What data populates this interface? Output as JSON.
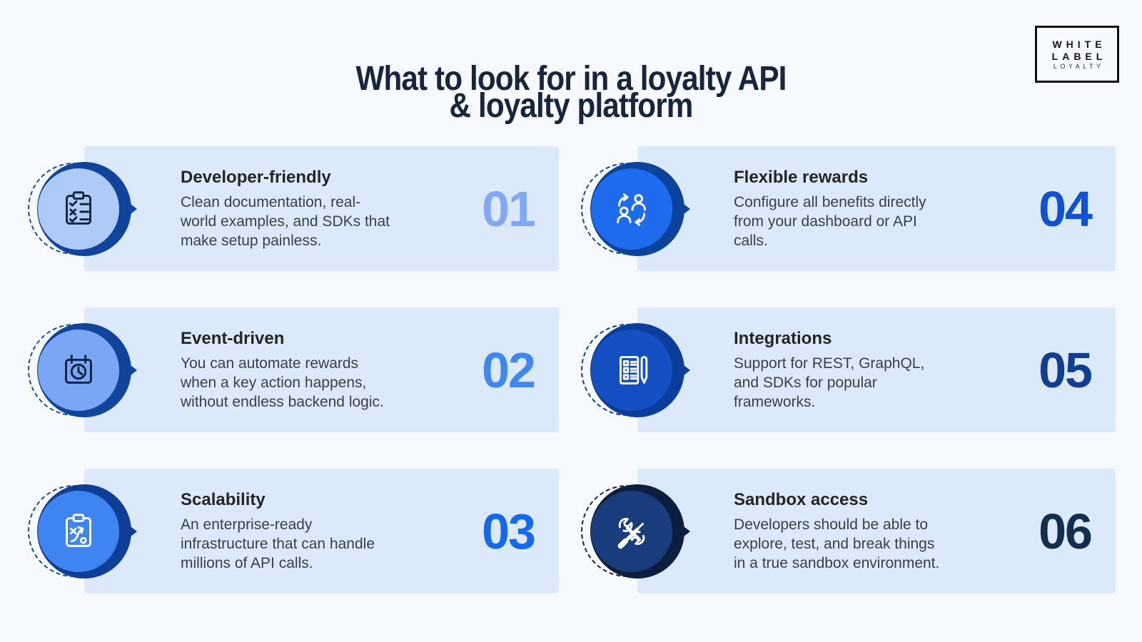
{
  "header": {
    "title_line1": "What to look for in a loyalty API",
    "title_line2": "& loyalty platform",
    "title_color": "#18253e"
  },
  "logo": {
    "line1": "WHITE",
    "line2": "LABEL",
    "line3": "LOYALTY"
  },
  "page": {
    "background": "#f6f9fe",
    "card_background": "#dbe9fb"
  },
  "items": [
    {
      "id": "developer-friendly",
      "number": "01",
      "title": "Developer-friendly",
      "description_lines": [
        "Clean documentation, real-",
        "world examples, and SDKs that",
        "make setup painless."
      ],
      "icon": "clipboard-checklist-icon",
      "colors": {
        "number": "#7FA9F4",
        "inner": "#AECAF7",
        "ring": "#11459C",
        "dashed": "#1B4FA4",
        "icon_stroke": "#10233F"
      }
    },
    {
      "id": "event-driven",
      "number": "02",
      "title": "Event-driven",
      "description_lines": [
        "You can automate rewards",
        "when a key action happens,",
        "without endless backend logic."
      ],
      "icon": "calendar-clock-icon",
      "colors": {
        "number": "#3F87F1",
        "inner": "#7AA6F4",
        "ring": "#11459C",
        "dashed": "#1B4FA4",
        "icon_stroke": "#10233F"
      }
    },
    {
      "id": "scalability",
      "number": "03",
      "title": "Scalability",
      "description_lines": [
        "An enterprise-ready",
        "infrastructure that can handle",
        "millions of API calls."
      ],
      "icon": "strategy-clipboard-icon",
      "colors": {
        "number": "#1268EE",
        "inner": "#3F85F1",
        "ring": "#0E3E95",
        "dashed": "#164A9F",
        "icon_stroke": "#FFFFFF"
      }
    },
    {
      "id": "flexible-rewards",
      "number": "04",
      "title": "Flexible rewards",
      "description_lines": [
        "Configure all benefits directly",
        "from your dashboard or API",
        "calls."
      ],
      "icon": "people-swap-icon",
      "colors": {
        "number": "#0F52D4",
        "inner": "#1E6BEE",
        "ring": "#0C449C",
        "dashed": "#12479E",
        "icon_stroke": "#FFFFFF"
      }
    },
    {
      "id": "integrations",
      "number": "05",
      "title": "Integrations",
      "description_lines": [
        "Support for REST, GraphQL,",
        "and SDKs for popular",
        "frameworks."
      ],
      "icon": "form-pen-icon",
      "colors": {
        "number": "#123E92",
        "inner": "#1450C4",
        "ring": "#0A3E9A",
        "dashed": "#0E4098",
        "icon_stroke": "#FFFFFF"
      }
    },
    {
      "id": "sandbox-access",
      "number": "06",
      "title": "Sandbox access",
      "description_lines": [
        "Developers should be able to",
        "explore, test, and break things",
        "in a true sandbox environment."
      ],
      "icon": "tools-icon",
      "colors": {
        "number": "#132F4F",
        "inner": "#183C7C",
        "ring": "#0D1F3E",
        "dashed": "#19233A",
        "icon_stroke": "#FFFFFF"
      }
    }
  ]
}
